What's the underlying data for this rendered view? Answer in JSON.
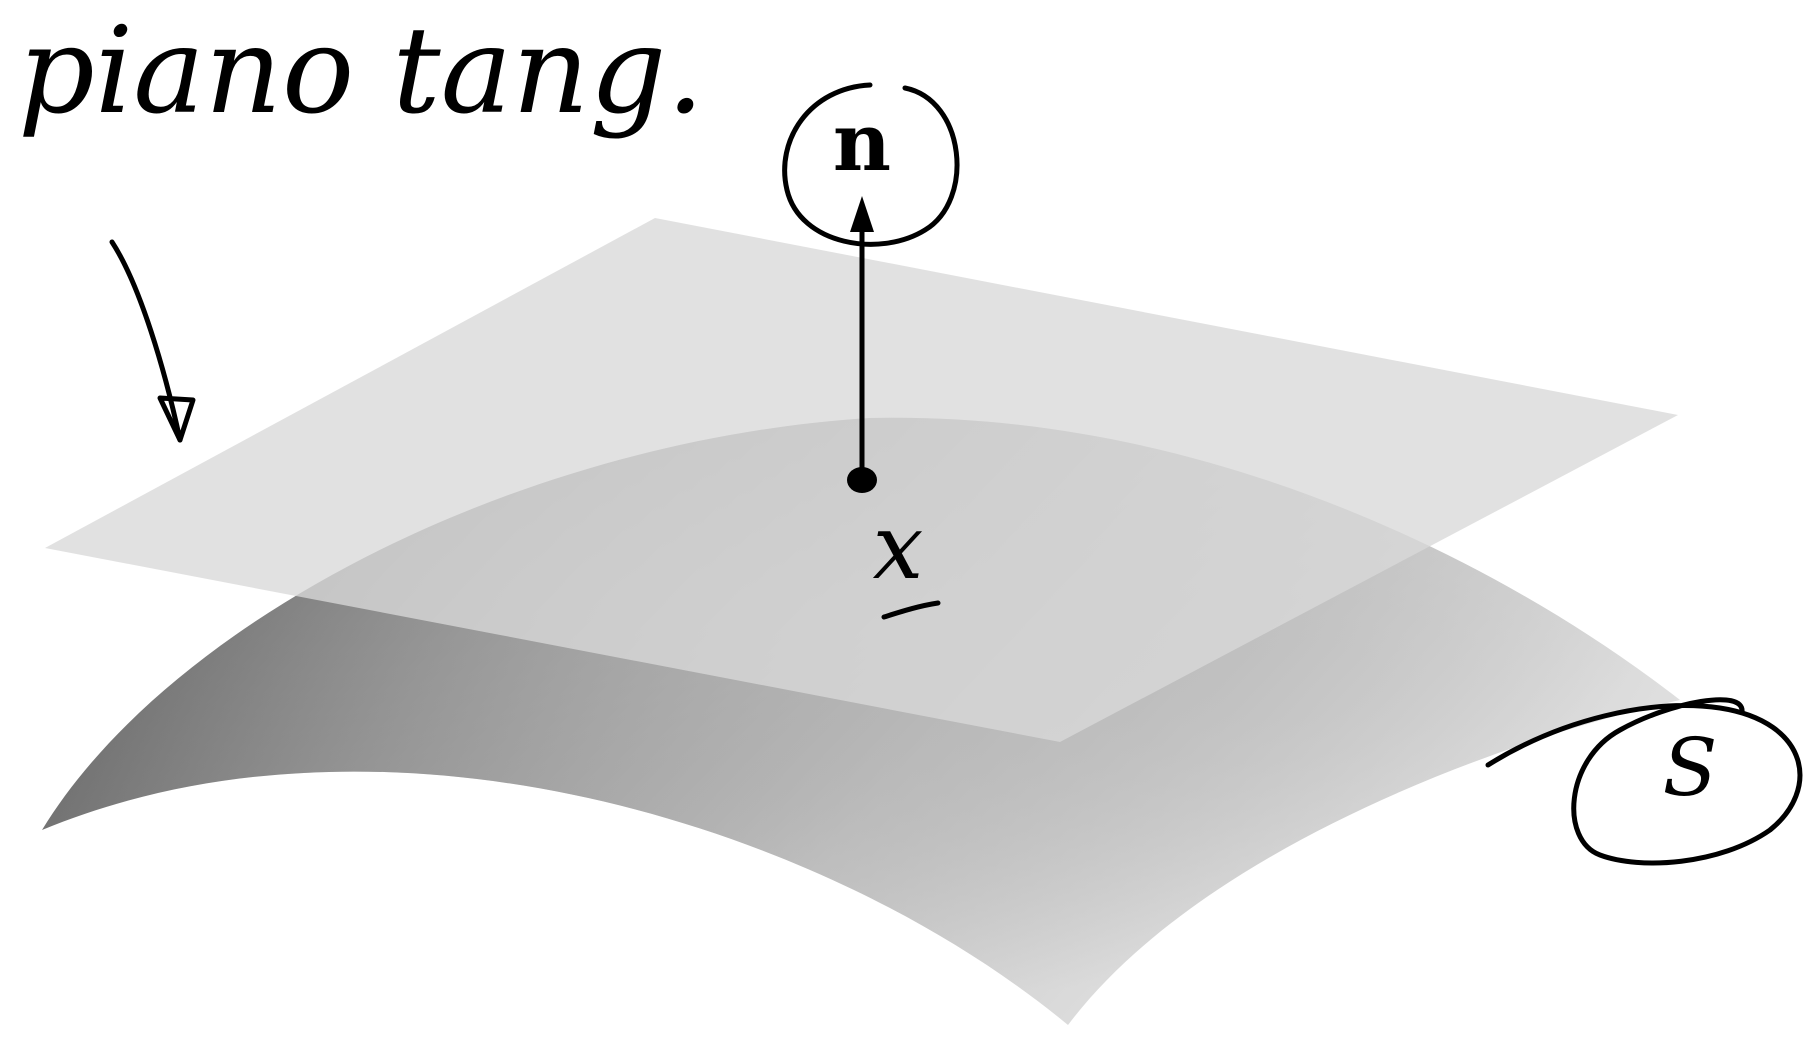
{
  "figure": {
    "handwritten_label": "piano tang.",
    "normal_label": "n",
    "point_label": "x",
    "surface_label": "S"
  },
  "colors": {
    "background": "#ffffff",
    "ink": "#000000",
    "plane_fill": "#d9d9d9",
    "surface_dark": "#4a4a4a",
    "surface_light": "#e6e6e6"
  },
  "icons": {
    "annotation_arrow": "handwritten-arrow-icon",
    "normal_arrow": "arrow-up-icon",
    "point": "dot-icon"
  }
}
